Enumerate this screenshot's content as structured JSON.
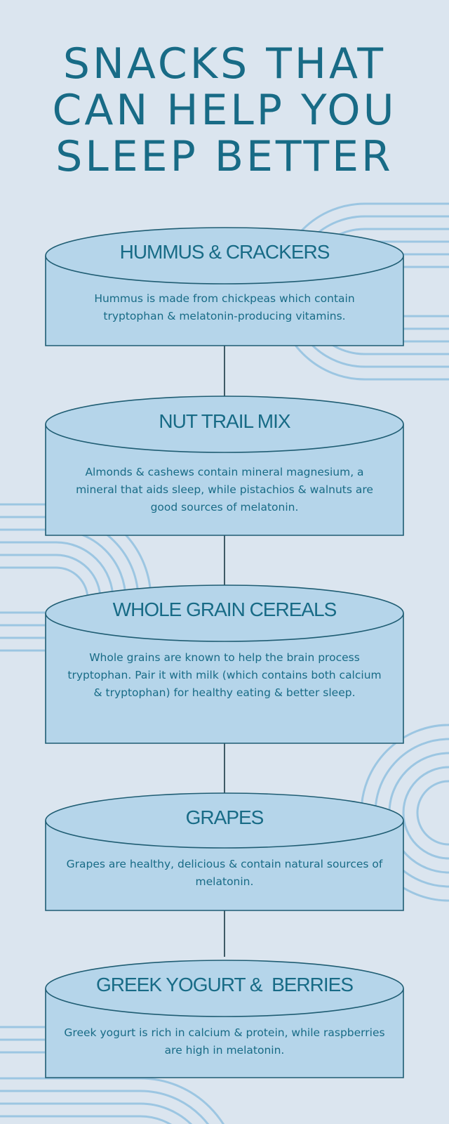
{
  "title_lines": [
    "SNACKS THAT",
    "CAN HELP YOU",
    "SLEEP BETTER"
  ],
  "items": [
    {
      "name": "HUMMUS & CRACKERS",
      "description": "Hummus is made from chickpeas which contain tryptophan & melatonin-producing vitamins."
    },
    {
      "name": "NUT TRAIL MIX",
      "description": "Almonds & cashews contain mineral magnesium, a mineral that aids sleep, while pistachios & walnuts are good sources of melatonin."
    },
    {
      "name": "WHOLE GRAIN CEREALS",
      "description": "Whole grains are known to help the brain process tryptophan. Pair it with milk (which contains both calcium & tryptophan) for healthy eating & better sleep."
    },
    {
      "name": "GRAPES",
      "description": "Grapes are healthy, delicious & contain natural sources of melatonin."
    },
    {
      "name": "GREEK YOGURT &  BERRIES",
      "description": "Greek yogurt is rich in calcium & protein, while raspberries are high in melatonin."
    }
  ],
  "colors": {
    "background": "#dbe5ef",
    "card_fill": "#b5d5ea",
    "outline": "#1f5d73",
    "text": "#186b86",
    "decor_lines": "#9cc6e2"
  }
}
